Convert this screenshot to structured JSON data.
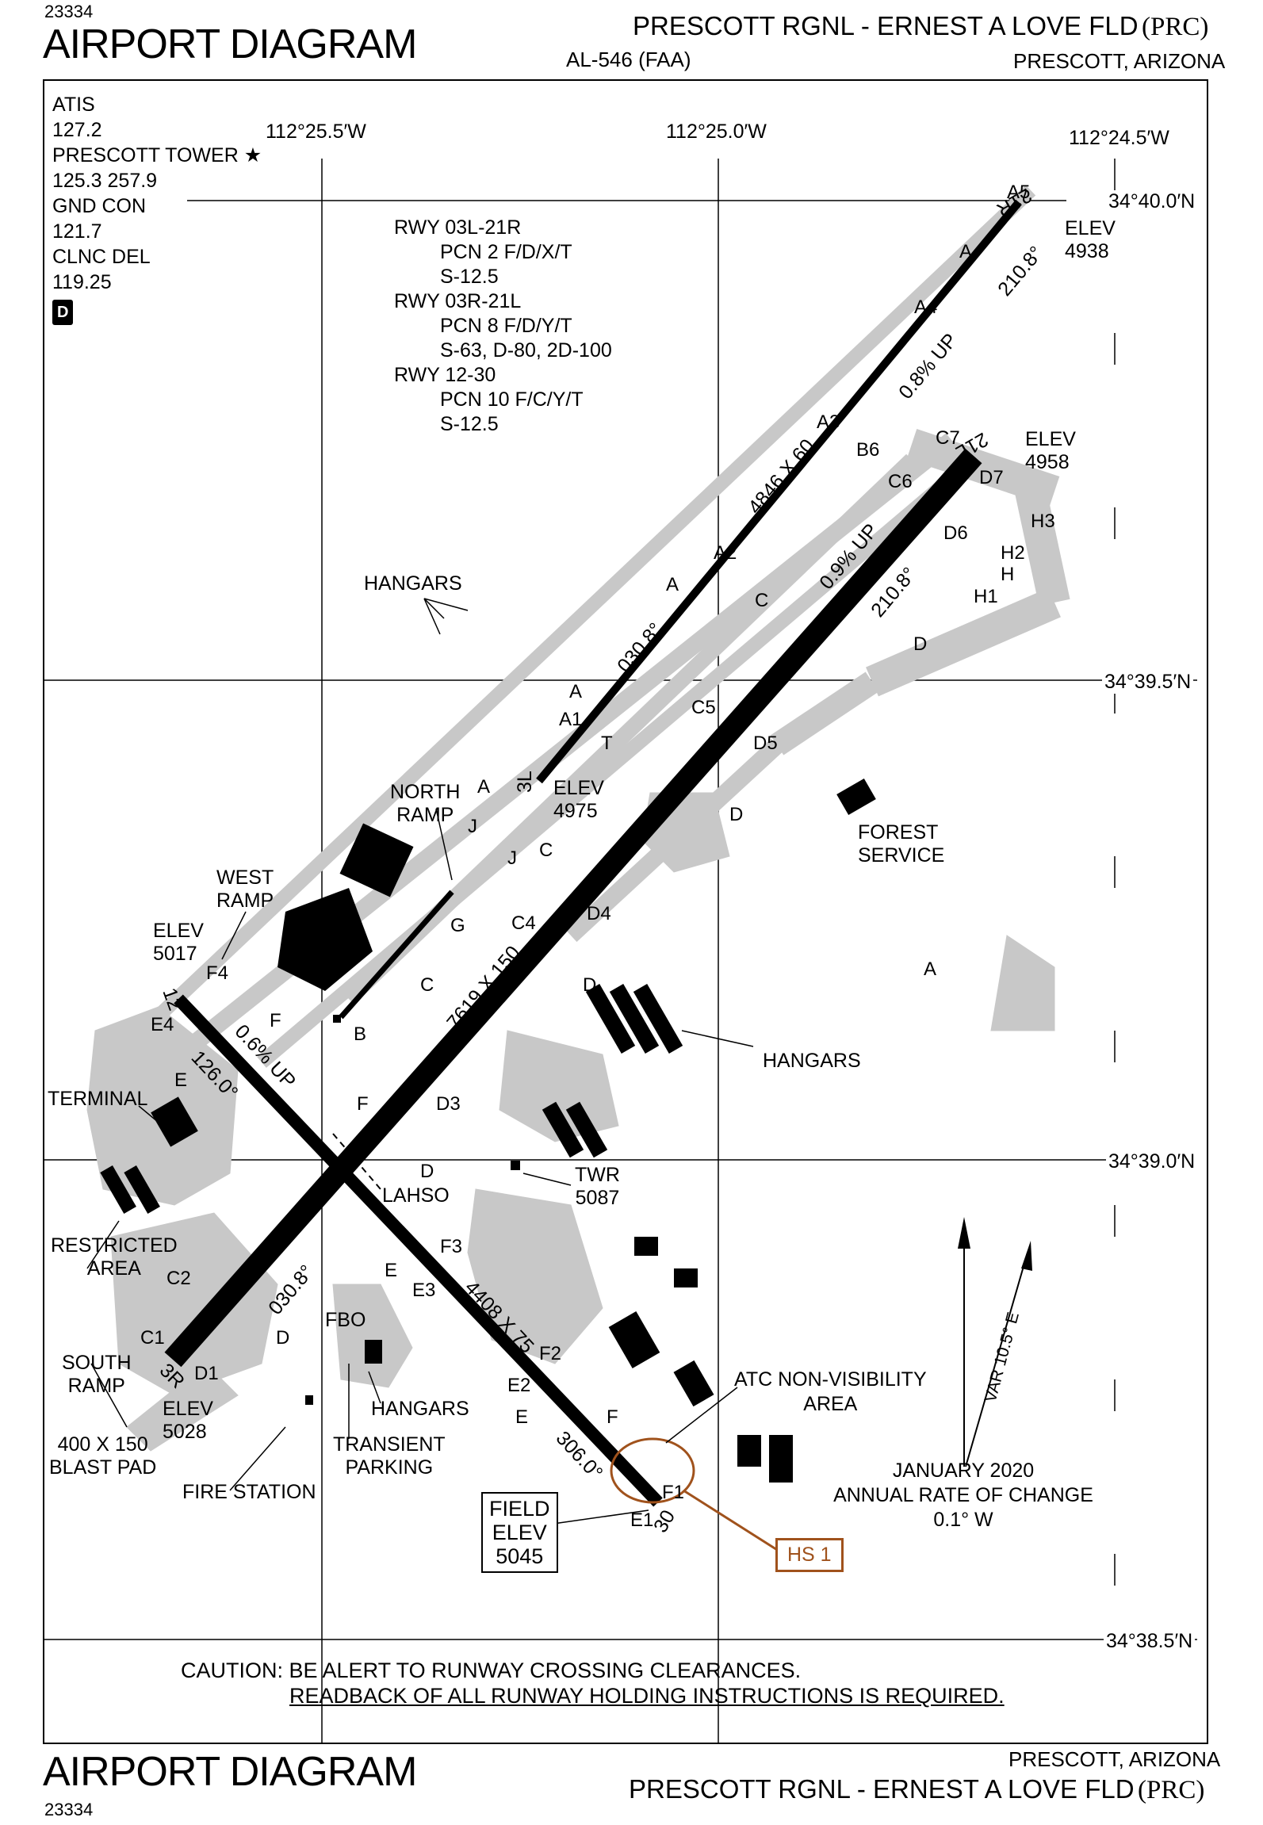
{
  "header": {
    "number_top": "23334",
    "title_top": "AIRPORT DIAGRAM",
    "airport_name": "PRESCOTT RGNL - ERNEST A LOVE FLD",
    "airport_code": "(PRC)",
    "chart_id": "AL-546 (FAA)",
    "location": "PRESCOTT, ARIZONA"
  },
  "footer": {
    "title_bottom": "AIRPORT DIAGRAM",
    "number_bottom": "23334",
    "location": "PRESCOTT, ARIZONA",
    "airport_name": "PRESCOTT RGNL - ERNEST A LOVE FLD",
    "airport_code": "(PRC)"
  },
  "frequencies": {
    "lines": [
      "ATIS",
      "127.2",
      "PRESCOTT TOWER ★",
      "125.3  257.9",
      "GND CON",
      "121.7",
      "CLNC DEL",
      "119.25"
    ],
    "badge": "D"
  },
  "pcn": {
    "lines": [
      "RWY 03L-21R",
      "PCN 2 F/D/X/T",
      "S-12.5",
      "RWY 03R-21L",
      "PCN 8 F/D/Y/T",
      "S-63, D-80, 2D-100",
      "RWY 12-30",
      "PCN 10 F/C/Y/T",
      "S-12.5"
    ]
  },
  "coordinates": {
    "lon_1": "112°25.5′W",
    "lon_2": "112°25.0′W",
    "lon_3": "112°24.5′W",
    "lat_1": "34°40.0′N",
    "lat_2": "34°39.5′N",
    "lat_3": "34°39.0′N",
    "lat_4": "34°38.5′N"
  },
  "runways": {
    "rwy_03L_21R": {
      "dims": "4846 X 60",
      "hdg_up": "030.8°",
      "hdg_down": "210.8°",
      "grade": "0.8% UP",
      "end_a": "3L",
      "end_b": "21R"
    },
    "rwy_03R_21L": {
      "dims": "7619 X 150",
      "hdg_up": "030.8°",
      "hdg_down": "210.8°",
      "grade": "0.9% UP",
      "end_a": "3R",
      "end_b": "21L"
    },
    "rwy_12_30": {
      "dims": "4408 X 75",
      "hdg_down": "126.0°",
      "hdg_up": "306.0°",
      "grade": "0.6% UP",
      "end_a": "12",
      "end_b": "30"
    }
  },
  "elevations": {
    "e_21R": [
      "ELEV",
      "4938"
    ],
    "e_21L": [
      "ELEV",
      "4958"
    ],
    "e_3L": [
      "ELEV",
      "4975"
    ],
    "e_12": [
      "ELEV",
      "5017"
    ],
    "e_3R": [
      "ELEV",
      "5028"
    ],
    "field": [
      "FIELD",
      "ELEV",
      "5045"
    ]
  },
  "places": {
    "hangars_n": "HANGARS",
    "north_ramp": [
      "NORTH",
      "RAMP"
    ],
    "west_ramp": [
      "WEST",
      "RAMP"
    ],
    "forest_service": [
      "FOREST",
      "SERVICE"
    ],
    "hangars_e": "HANGARS",
    "terminal": "TERMINAL",
    "twr": [
      "TWR",
      "5087"
    ],
    "lahso": "LAHSO",
    "restricted": [
      "RESTRICTED",
      "AREA"
    ],
    "south_ramp": [
      "SOUTH",
      "RAMP"
    ],
    "blast_pad": [
      "400 X 150",
      "BLAST PAD"
    ],
    "fire_station": "FIRE STATION",
    "fbo": "FBO",
    "hangars_s": "HANGARS",
    "transient": [
      "TRANSIENT",
      "PARKING"
    ],
    "atc_nonvis": [
      "ATC NON-VISIBILITY",
      "AREA"
    ],
    "hotspot": "HS 1"
  },
  "variation": {
    "var": "VAR 10.5° E",
    "lines": [
      "JANUARY 2020",
      "ANNUAL RATE OF CHANGE",
      "0.1° W"
    ]
  },
  "caution": {
    "line1": "CAUTION: BE ALERT TO RUNWAY CROSSING CLEARANCES.",
    "line2": "READBACK OF ALL RUNWAY HOLDING INSTRUCTIONS IS REQUIRED."
  },
  "taxiway_labels": [
    "A",
    "A",
    "A",
    "A",
    "A",
    "A1",
    "A2",
    "A3",
    "A4",
    "A5",
    "B",
    "B6",
    "C",
    "C",
    "C",
    "C1",
    "C2",
    "C4",
    "C5",
    "C6",
    "C7",
    "D",
    "D",
    "D",
    "D",
    "D",
    "D1",
    "D3",
    "D4",
    "D5",
    "D6",
    "D7",
    "E",
    "E",
    "E",
    "E1",
    "E2",
    "E3",
    "E4",
    "F",
    "F",
    "F",
    "F1",
    "F2",
    "F3",
    "F4",
    "G",
    "H",
    "H1",
    "H2",
    "H3",
    "J",
    "J",
    "T"
  ],
  "colors": {
    "pavement": "#c8c8c8",
    "runway": "#000000",
    "hotspot": "#a0521c"
  }
}
